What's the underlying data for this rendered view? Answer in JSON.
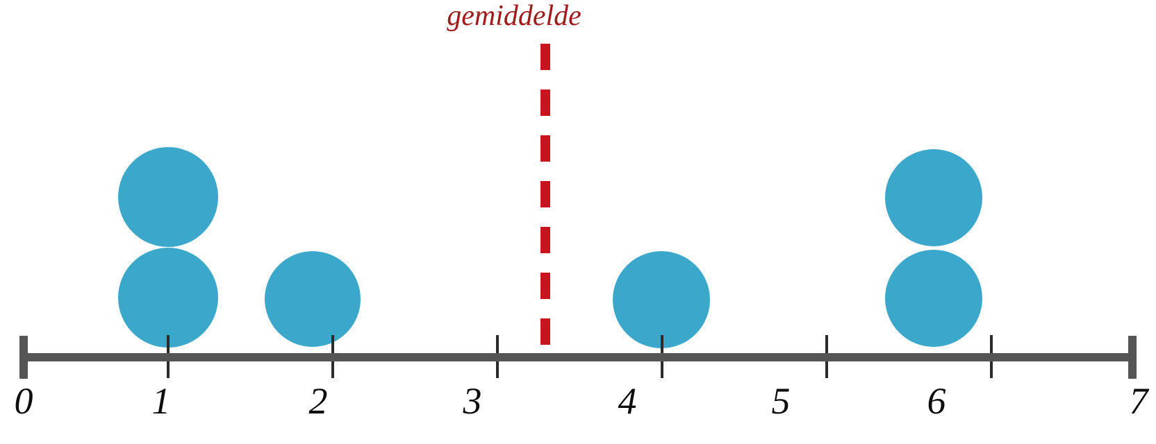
{
  "chart_data": {
    "type": "scatter",
    "plot_kind": "dotplot",
    "title": "",
    "xlabel": "",
    "ylabel": "",
    "xlim": [
      0,
      7
    ],
    "grid": false,
    "legend": null,
    "tick_labels": [
      "0",
      "1",
      "2",
      "3",
      "4",
      "5",
      "6",
      "7"
    ],
    "tick_values": [
      0,
      1,
      2,
      3,
      4,
      5,
      6,
      7
    ],
    "categories": [
      0,
      1,
      2,
      3,
      4,
      5,
      6,
      7
    ],
    "values": [
      0,
      2,
      1,
      0,
      1,
      0,
      2,
      0
    ],
    "dataset": [
      1,
      1,
      2,
      4,
      6,
      6
    ],
    "dot_color": "#3ba8cb",
    "axis_color": "#555555",
    "tick_label_color": "#0d0d0d",
    "annotations": [
      {
        "name": "mean-marker",
        "label": "gemiddelde",
        "value": 3.3333,
        "color": "#c8141c",
        "label_color": "#a01c1c",
        "style": "dashed-vertical-line"
      }
    ]
  },
  "axis": {
    "name": "number-line",
    "labels": [
      "0",
      "1",
      "2",
      "3",
      "4",
      "5",
      "6",
      "7"
    ]
  },
  "mean": {
    "label": "gemiddelde"
  }
}
